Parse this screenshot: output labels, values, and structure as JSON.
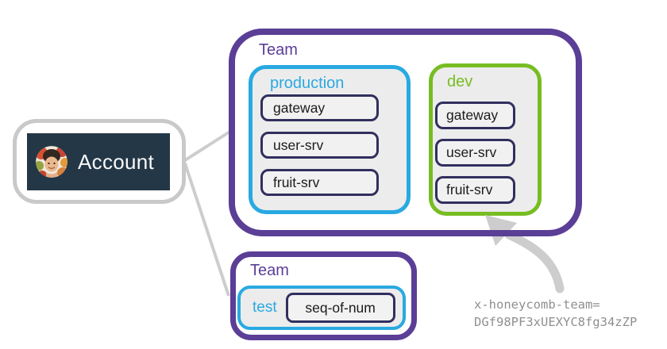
{
  "account": {
    "label": "Account",
    "avatar_icon": "user-avatar-icon"
  },
  "teams": [
    {
      "label": "Team",
      "environments": [
        {
          "name": "production",
          "accent_color": "#29a9e1",
          "services": [
            "gateway",
            "user-srv",
            "fruit-srv"
          ]
        },
        {
          "name": "dev",
          "accent_color": "#77bd22",
          "services": [
            "gateway",
            "user-srv",
            "fruit-srv"
          ]
        }
      ]
    },
    {
      "label": "Team",
      "environments": [
        {
          "name": "test",
          "accent_color": "#29a9e1",
          "services": [
            "seq-of-num"
          ]
        }
      ]
    }
  ],
  "annotation": {
    "line1": "x-honeycomb-team=",
    "line2": "DGf98PF3xUEXYC8fg34zZP"
  },
  "colors": {
    "team_border": "#5b3e96",
    "production_accent": "#29a9e1",
    "dev_accent": "#77bd22",
    "service_border": "#312f5e",
    "env_background": "#ececec",
    "account_background": "#243746",
    "outer_frame_gray": "#c9c9c9",
    "connector_gray": "#cdcdcd",
    "annotation_text": "#8f8f8f"
  }
}
